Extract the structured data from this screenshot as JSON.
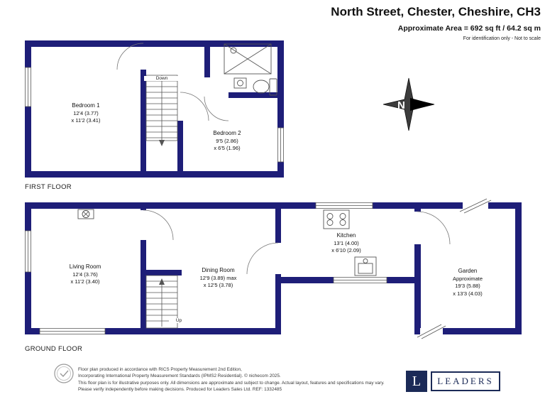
{
  "header": {
    "title": "North Street, Chester, Cheshire, CH3",
    "area_line": "Approximate Area = 692 sq ft / 64.2 sq m",
    "note_line": "For identification only - Not to scale"
  },
  "compass": {
    "north_label": "N"
  },
  "first_floor": {
    "floor_label": "FIRST FLOOR",
    "stairs_label": "Down",
    "bedroom1": {
      "name": "Bedroom 1",
      "dim1": "12'4 (3.77)",
      "dim2": "x 11'2 (3.41)"
    },
    "bedroom2": {
      "name": "Bedroom 2",
      "dim1": "9'5 (2.86)",
      "dim2": "x 6'5 (1.96)"
    }
  },
  "ground_floor": {
    "floor_label": "GROUND FLOOR",
    "stairs_label": "Up",
    "living_room": {
      "name": "Living Room",
      "dim1": "12'4 (3.76)",
      "dim2": "x 11'2 (3.40)"
    },
    "dining_room": {
      "name": "Dining Room",
      "dim1": "12'9 (3.89) max",
      "dim2": "x 12'5 (3.78)"
    },
    "kitchen": {
      "name": "Kitchen",
      "dim1": "13'1 (4.00)",
      "dim2": "x 6'10 (2.09)"
    },
    "garden": {
      "name": "Garden",
      "qualifier": "Approximate",
      "dim1": "19'3 (5.88)",
      "dim2": "x 13'3 (4.03)"
    }
  },
  "footer": {
    "line1": "Floor plan produced in accordance with RICS Property Measurement 2nd Edition,",
    "line2": "Incorporating International Property Measurement Standards (IPMS2 Residential).    © nichecom 2025.",
    "line3": "This floor plan is for illustrative purposes only. All dimensions are approximate and subject to change. Actual layout, features and specifications may vary.",
    "line4": "Please verify independently before making decisions. Produced for Leaders Sales Ltd.    REF: 1332485",
    "brand": {
      "initial": "L",
      "name": "LEADERS"
    }
  },
  "colors": {
    "wall": "#1e1e78",
    "thin_line": "#555555",
    "brand_navy": "#1b2a57"
  }
}
